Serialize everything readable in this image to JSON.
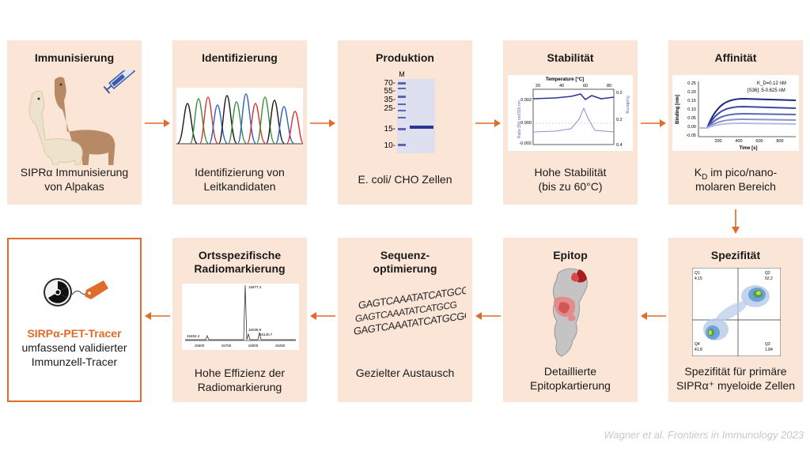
{
  "colors": {
    "box_bg": "#fbe5d6",
    "accent": "#e06b2a"
  },
  "row1": [
    {
      "title": "Immunisierung",
      "caption_line1": "SIPRα Immunisierung",
      "caption_line2": "von Alpakas"
    },
    {
      "title": "Identifizierung",
      "caption_line1": "Identifizierung von",
      "caption_line2": "Leitkandidaten"
    },
    {
      "title": "Produktion",
      "caption_line1": "E. coli/ CHO Zellen",
      "caption_line2": ""
    },
    {
      "title": "Stabilität",
      "caption_line1": "Hohe Stabilität",
      "caption_line2": "(bis zu 60°C)"
    },
    {
      "title": "Affinität",
      "caption_line1_main": "K",
      "caption_line1_sub": "D",
      "caption_line1_rest": " im pico/nano-",
      "caption_line2": "molaren Bereich"
    }
  ],
  "row2": [
    {
      "title": "Spezifität",
      "caption_line1": "Spezifität für primäre",
      "caption_line2": "SIPRα⁺ myeloide Zellen"
    },
    {
      "title": "Epitop",
      "caption_line1": "Detaillierte",
      "caption_line2": "Epitopkartierung"
    },
    {
      "title_line1": "Sequenz-",
      "title_line2": "optimierung",
      "caption_line1": "Gezielter Austausch"
    },
    {
      "title_line1": "Ortsspezifische",
      "title_line2": "Radiomarkierung",
      "caption_line1": "Hohe Effizienz der",
      "caption_line2": "Radiomarkierung"
    }
  ],
  "final": {
    "highlight": "SIRPα-PET-Tracer",
    "line2": "umfassend validierter",
    "line3": "Immunzell-Tracer"
  },
  "gel": {
    "marker_label": "M",
    "ladder": [
      "70-",
      "55-",
      "35-",
      "25-",
      "15-",
      "10-"
    ]
  },
  "stability": {
    "axis_title": "Temperature [°C]",
    "top_ticks": [
      "20",
      "40",
      "60",
      "80"
    ],
    "left_ticks": [
      "0.002",
      "0.000",
      "-0.002"
    ],
    "right_ticks": [
      "0.2",
      "0.2",
      "0.4"
    ],
    "left_label": "Ratio 350 nm/330 nm",
    "right_label": "Scattering"
  },
  "affinity": {
    "kd_text": "K_D=0.12 nM",
    "conc_text": "[S36]: 5-0.625 nM",
    "ylabel": "Binding [nm]",
    "xlabel": "Time [s]",
    "y_ticks": [
      "0.25",
      "0.20",
      "0.15",
      "0.10",
      "0.05",
      "0.00",
      "-0.05"
    ],
    "x_ticks": [
      "200",
      "400",
      "600",
      "800"
    ]
  },
  "facs": {
    "q1": "Q1",
    "q1v": "4.15",
    "q2": "Q2",
    "q2v": "52.2",
    "q3": "Q3",
    "q3v": "1.84",
    "q4": "Q4",
    "q4v": "41.8"
  },
  "ms": {
    "peak_main": "15977.4",
    "peak_left": "15482.4",
    "peak_a": "16038.9",
    "peak_b": "16140.7",
    "x_ticks": [
      "15500",
      "15750",
      "16000",
      "16250"
    ]
  },
  "sequence_lines": [
    "GAGTCAAATATCATGCGCAT",
    "GAGTCAAATATCATGCG",
    "GAGTCAAATATCATGCGCAT"
  ],
  "citation": "Wagner et al. Frontiers in Immunology 2023"
}
